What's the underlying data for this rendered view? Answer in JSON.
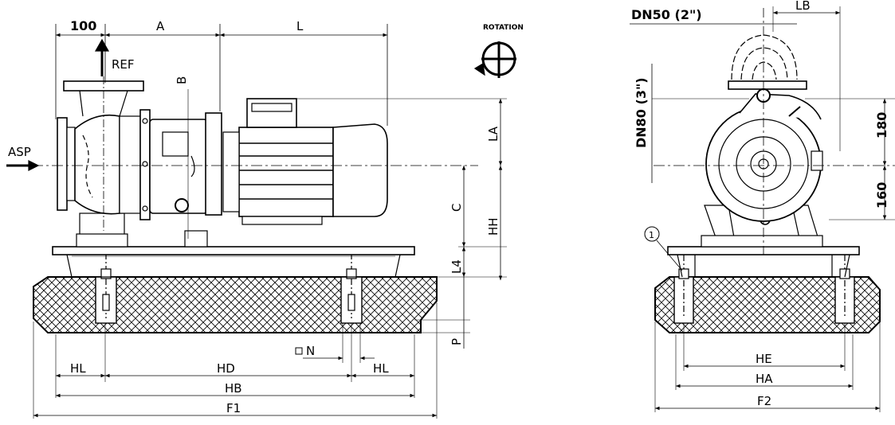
{
  "side_view": {
    "dim_100": "100",
    "dim_A": "A",
    "dim_L": "L",
    "dim_B": "B",
    "ref": "REF",
    "asp": "ASP",
    "rotation": "ROTATION",
    "dim_LA": "LA",
    "dim_C": "C",
    "dim_HH": "HH",
    "dim_L4": "L4",
    "dim_P": "P",
    "dim_N": "N",
    "dim_HL_left": "HL",
    "dim_HD": "HD",
    "dim_HL_right": "HL",
    "dim_HB": "HB",
    "dim_F1": "F1"
  },
  "front_view": {
    "dn50": "DN50 (2\")",
    "dim_LB": "LB",
    "dn80": "DN80 (3\")",
    "dim_180": "180",
    "dim_160": "160",
    "callout": "1",
    "dim_HE": "HE",
    "dim_HA": "HA",
    "dim_F2": "F2"
  }
}
